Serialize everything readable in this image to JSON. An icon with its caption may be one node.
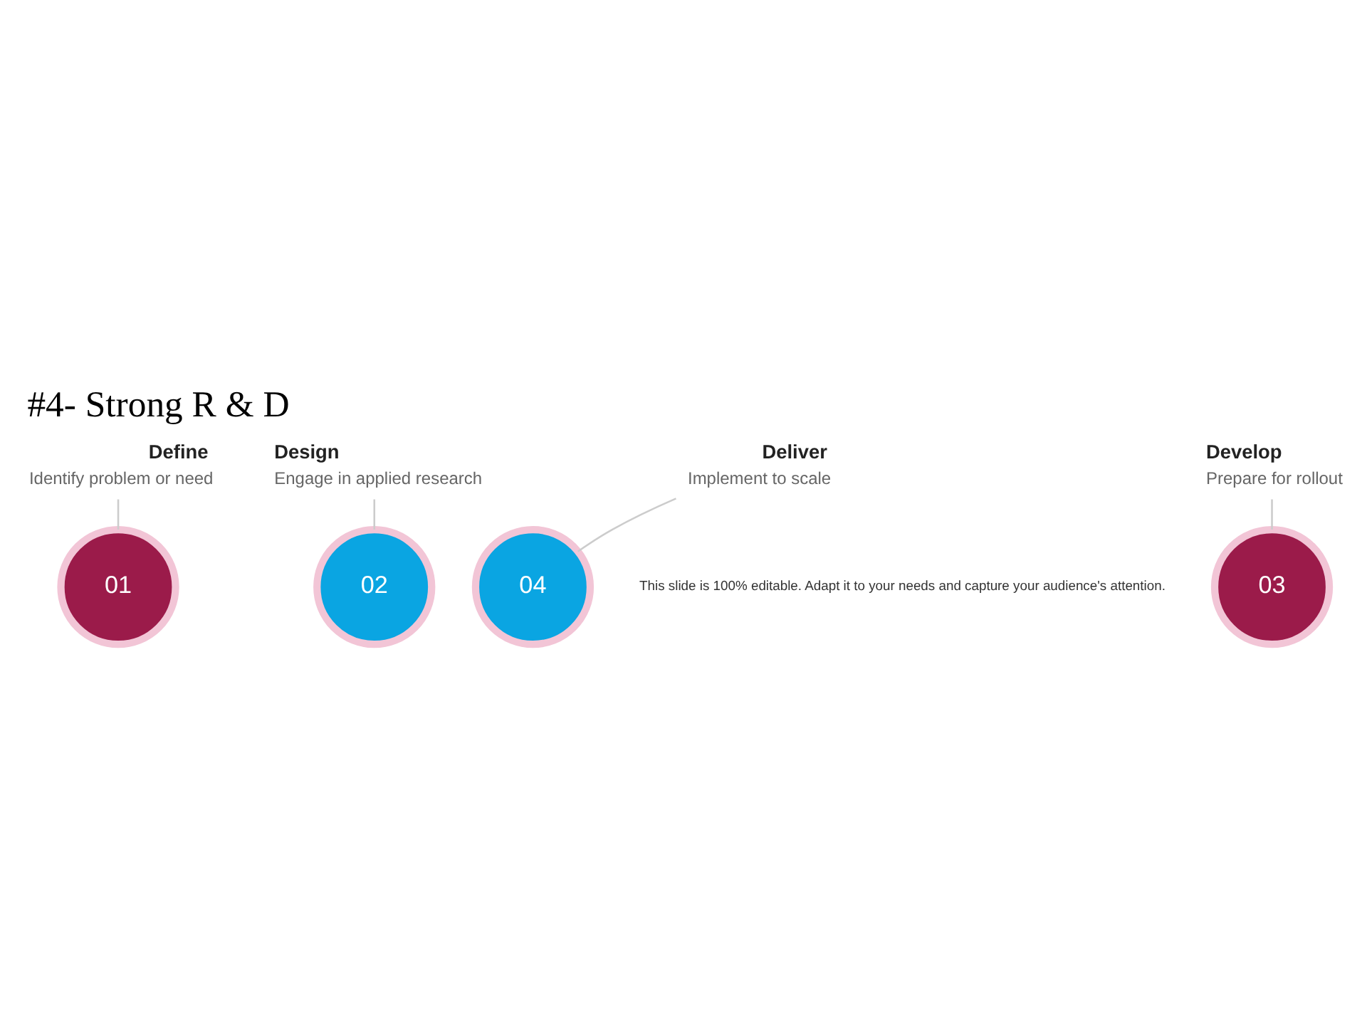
{
  "diagram": {
    "title": "#4- Strong R & D",
    "nodes": [
      {
        "text": [
          "Define",
          "Identify problem or need"
        ]
      },
      {
        "text": [
          "Design",
          "Engage in applied research"
        ]
      },
      {
        "text": [
          "01"
        ]
      },
      {
        "text": [
          "04"
        ]
      },
      {
        "text": [
          "02"
        ]
      },
      {
        "text": [
          "03"
        ]
      },
      {
        "text": [
          "Deliver",
          "Implement to scale"
        ]
      },
      {
        "text": [
          "Develop",
          "Prepare for rollout"
        ]
      }
    ],
    "edges": [
      {
        "from": 0,
        "to": 2,
        "arrow": "none"
      },
      {
        "from": 1,
        "to": 4,
        "arrow": "none"
      },
      {
        "from": 6,
        "to": 3,
        "arrow": "none"
      },
      {
        "from": 7,
        "to": 5,
        "arrow": "none"
      }
    ],
    "labels": [
      "This slide is 100% editable. Adapt it to your needs and capture your audience's attention."
    ]
  }
}
